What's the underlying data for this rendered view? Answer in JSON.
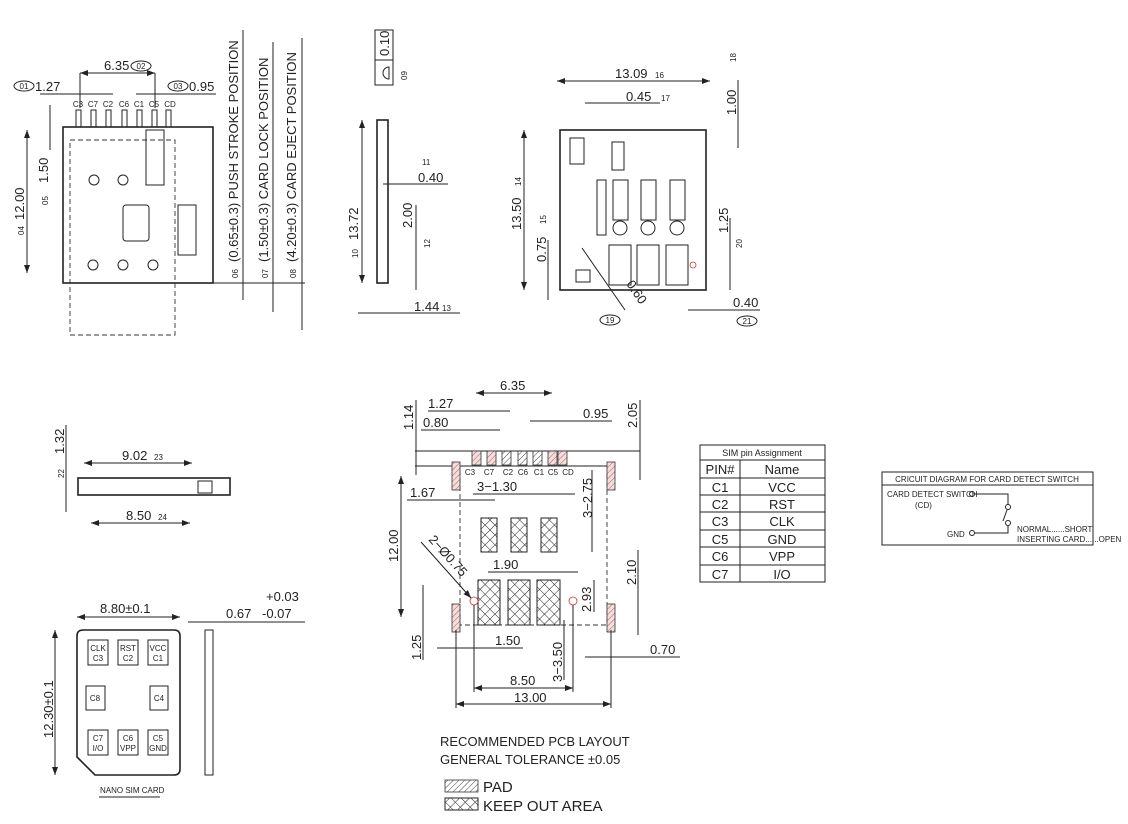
{
  "top_view": {
    "pins": [
      "C3",
      "C7",
      "C2",
      "C6",
      "C1",
      "C5",
      "CD"
    ],
    "dim_pitch_total": "6.35",
    "ref_02": "02",
    "ref_01": "01",
    "dim_pitch": "1.27",
    "ref_03": "03",
    "dim_cd": "0.95",
    "ref_04": "04",
    "dim_height": "12.00",
    "ref_05": "05",
    "dim_1_50": "1.50",
    "ref_06": "06",
    "push_stroke": "(0.65±0.3)  PUSH  STROKE  POSITION",
    "ref_07": "07",
    "card_lock": "(1.50±0.3)  CARD  LOCK  POSITION",
    "ref_08": "08",
    "card_eject": "(4.20±0.3)  CARD  EJECT  POSITION"
  },
  "side_view": {
    "flatness": "0.10",
    "ref_09": "09",
    "ref_10": "10",
    "dim_length": "13.72",
    "ref_11": "11",
    "dim_0_40": "0.40",
    "dim_2_00": "2.00",
    "ref_12": "12",
    "dim_1_44": "1.44",
    "ref_13": "13"
  },
  "bottom_view": {
    "dim_width": "13.09",
    "ref_16": "16",
    "dim_0_45": "0.45",
    "ref_17": "17",
    "dim_1_00": "1.00",
    "ref_18": "18",
    "dim_13_50": "13.50",
    "ref_14": "14",
    "dim_0_75": "0.75",
    "ref_15": "15",
    "dim_1_25": "1.25",
    "ref_20": "20",
    "dim_0_60": "0.60",
    "ref_19": "19",
    "dim_0_40": "0.40",
    "ref_21": "21"
  },
  "front_view": {
    "dim_1_32": "1.32",
    "ref_22": "22",
    "dim_9_02": "9.02",
    "ref_23": "23",
    "dim_8_50": "8.50",
    "ref_24": "24"
  },
  "nano_sim": {
    "width": "8.80±0.1",
    "height": "12.30±0.1",
    "thickness": "0.67",
    "tol_plus": "+0.03",
    "tol_minus": "-0.07",
    "caption": "NANO  SIM  CARD",
    "contacts": [
      {
        "l1": "CLK",
        "l2": "C3"
      },
      {
        "l1": "RST",
        "l2": "C2"
      },
      {
        "l1": "VCC",
        "l2": "C1"
      },
      {
        "l1": "C8",
        "l2": ""
      },
      {
        "l1": "C4",
        "l2": ""
      },
      {
        "l1": "C7",
        "l2": "I/O"
      },
      {
        "l1": "C6",
        "l2": "VPP"
      },
      {
        "l1": "C5",
        "l2": "GND"
      }
    ]
  },
  "pcb_layout": {
    "pins": [
      "C3",
      "C7",
      "C2",
      "C6",
      "C1",
      "C5",
      "CD"
    ],
    "dims": {
      "d6_35": "6.35",
      "d1_27": "1.27",
      "d0_80": "0.80",
      "d0_95": "0.95",
      "d1_14": "1.14",
      "d2_05": "2.05",
      "d1_67": "1.67",
      "d3_1_30": "3−1.30",
      "d3_2_75": "3−2.75",
      "d12_00": "12.00",
      "d2_075": "2−Ø0.75",
      "d1_90": "1.90",
      "d2_10": "2.10",
      "d2_93": "2.93",
      "d1_25": "1.25",
      "d1_50": "1.50",
      "d3_3_50": "3−3.50",
      "d0_70": "0.70",
      "d8_50": "8.50",
      "d13_00": "13.00"
    },
    "title": "RECOMMENDED  PCB  LAYOUT",
    "tolerance": "GENERAL  TOLERANCE  ±0.05",
    "legend": [
      {
        "label": "PAD",
        "pattern": "hatch"
      },
      {
        "label": "KEEP  OUT  AREA",
        "pattern": "crosshatch"
      }
    ]
  },
  "pin_table": {
    "title": "SIM pin  Assignment",
    "headers": [
      "PIN#",
      "Name"
    ],
    "rows": [
      [
        "C1",
        "VCC"
      ],
      [
        "C2",
        "RST"
      ],
      [
        "C3",
        "CLK"
      ],
      [
        "C5",
        "GND"
      ],
      [
        "C6",
        "VPP"
      ],
      [
        "C7",
        "I/O"
      ]
    ]
  },
  "circuit": {
    "title": "CRICUIT  DIAGRAM  FOR  CARD  DETECT  SWITCH",
    "label_cd": "CARD  DETECT  SWITCH",
    "label_cd2": "(CD)",
    "label_gnd": "GND",
    "note1": "NORMAL......SHORT",
    "note2": "INSERTING  CARD......OPEN"
  },
  "colors": {
    "line": "#222222",
    "center_mark": "#cc3333"
  }
}
